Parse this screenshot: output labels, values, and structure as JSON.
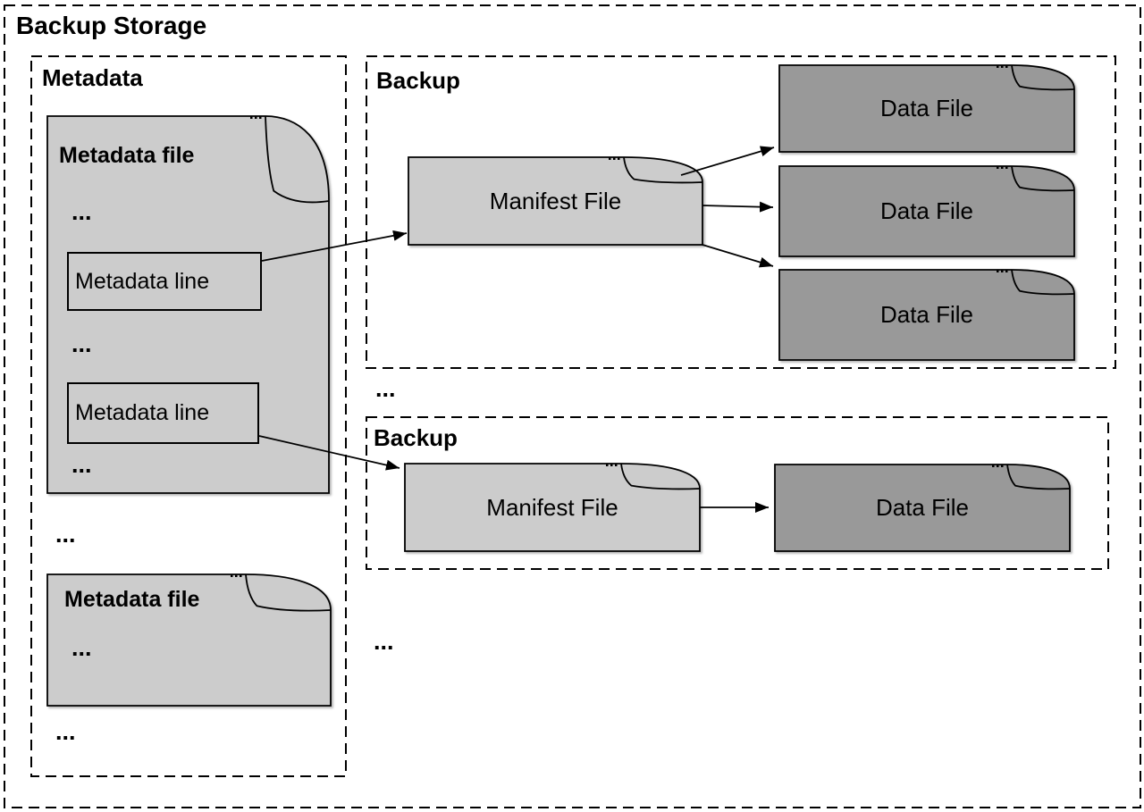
{
  "title": "Backup Storage",
  "colors": {
    "light_file": "#cccccc",
    "dark_file": "#999999",
    "stroke": "#000000",
    "background": "#ffffff"
  },
  "metadata_group": {
    "label": "Metadata",
    "file1": {
      "label": "Metadata file",
      "ellipsis_top": "...",
      "line1": "Metadata line",
      "ellipsis_mid": "...",
      "line2": "Metadata line",
      "ellipsis_bottom": "..."
    },
    "ellipsis_between_files": "...",
    "file2": {
      "label": "Metadata file",
      "ellipsis": "..."
    },
    "ellipsis_bottom": "..."
  },
  "backup_group_1": {
    "label": "Backup",
    "manifest": "Manifest File",
    "data_files": [
      "Data File",
      "Data File",
      "Data File"
    ]
  },
  "ellipsis_between_backups": "...",
  "backup_group_2": {
    "label": "Backup",
    "manifest": "Manifest File",
    "data_file": "Data File"
  },
  "ellipsis_below_backup_2": "..."
}
